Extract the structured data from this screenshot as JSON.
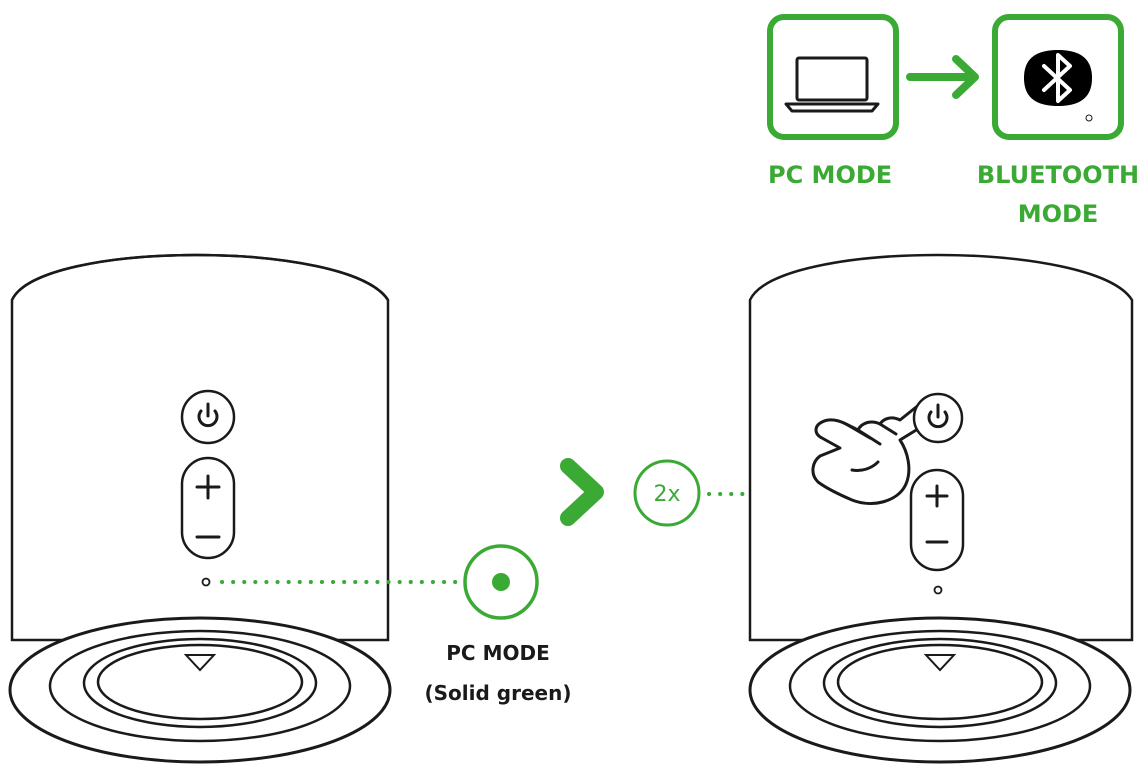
{
  "labels": {
    "pc_mode": "PC MODE",
    "bluetooth_line1": "BLUETOOTH",
    "bluetooth_line2": "MODE",
    "indicator_line1": "PC MODE",
    "indicator_line2": "(Solid green)",
    "press_count": "2x"
  },
  "icons": {
    "laptop": "laptop-icon",
    "bluetooth": "bluetooth-icon",
    "arrow": "arrow-right-icon",
    "power": "power-icon",
    "volume_up": "plus-icon",
    "volume_down": "minus-icon",
    "hand": "hand-pointer-icon",
    "chevron": "chevron-right-icon"
  },
  "colors": {
    "accent": "#3aaa35",
    "line": "#1a1a1a",
    "background": "#ffffff"
  }
}
